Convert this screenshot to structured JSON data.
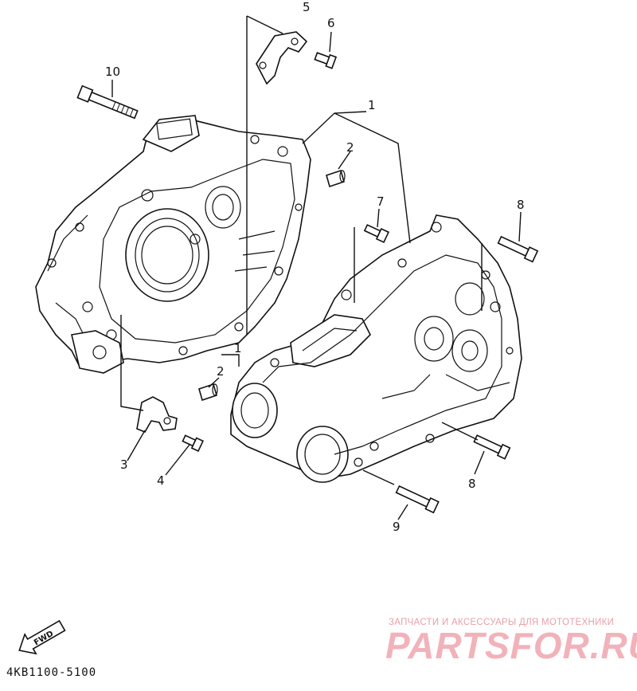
{
  "callouts": [
    {
      "id": "c5",
      "text": "5"
    },
    {
      "id": "c6",
      "text": "6"
    },
    {
      "id": "c10",
      "text": "10"
    },
    {
      "id": "c1a",
      "text": "1"
    },
    {
      "id": "c2a",
      "text": "2"
    },
    {
      "id": "c7",
      "text": "7"
    },
    {
      "id": "c8a",
      "text": "8"
    },
    {
      "id": "c1b",
      "text": "1"
    },
    {
      "id": "c2b",
      "text": "2"
    },
    {
      "id": "c3",
      "text": "3"
    },
    {
      "id": "c4",
      "text": "4"
    },
    {
      "id": "c8b",
      "text": "8"
    },
    {
      "id": "c9",
      "text": "9"
    }
  ],
  "fwd_label": "FWD",
  "diagram_code": "4KB1100-5100",
  "watermark": {
    "tagline": "ЗАПЧАСТИ И АКСЕССУАРЫ ДЛЯ МОТОТЕХНИКИ",
    "logo": "PARTSFOR.RU"
  }
}
